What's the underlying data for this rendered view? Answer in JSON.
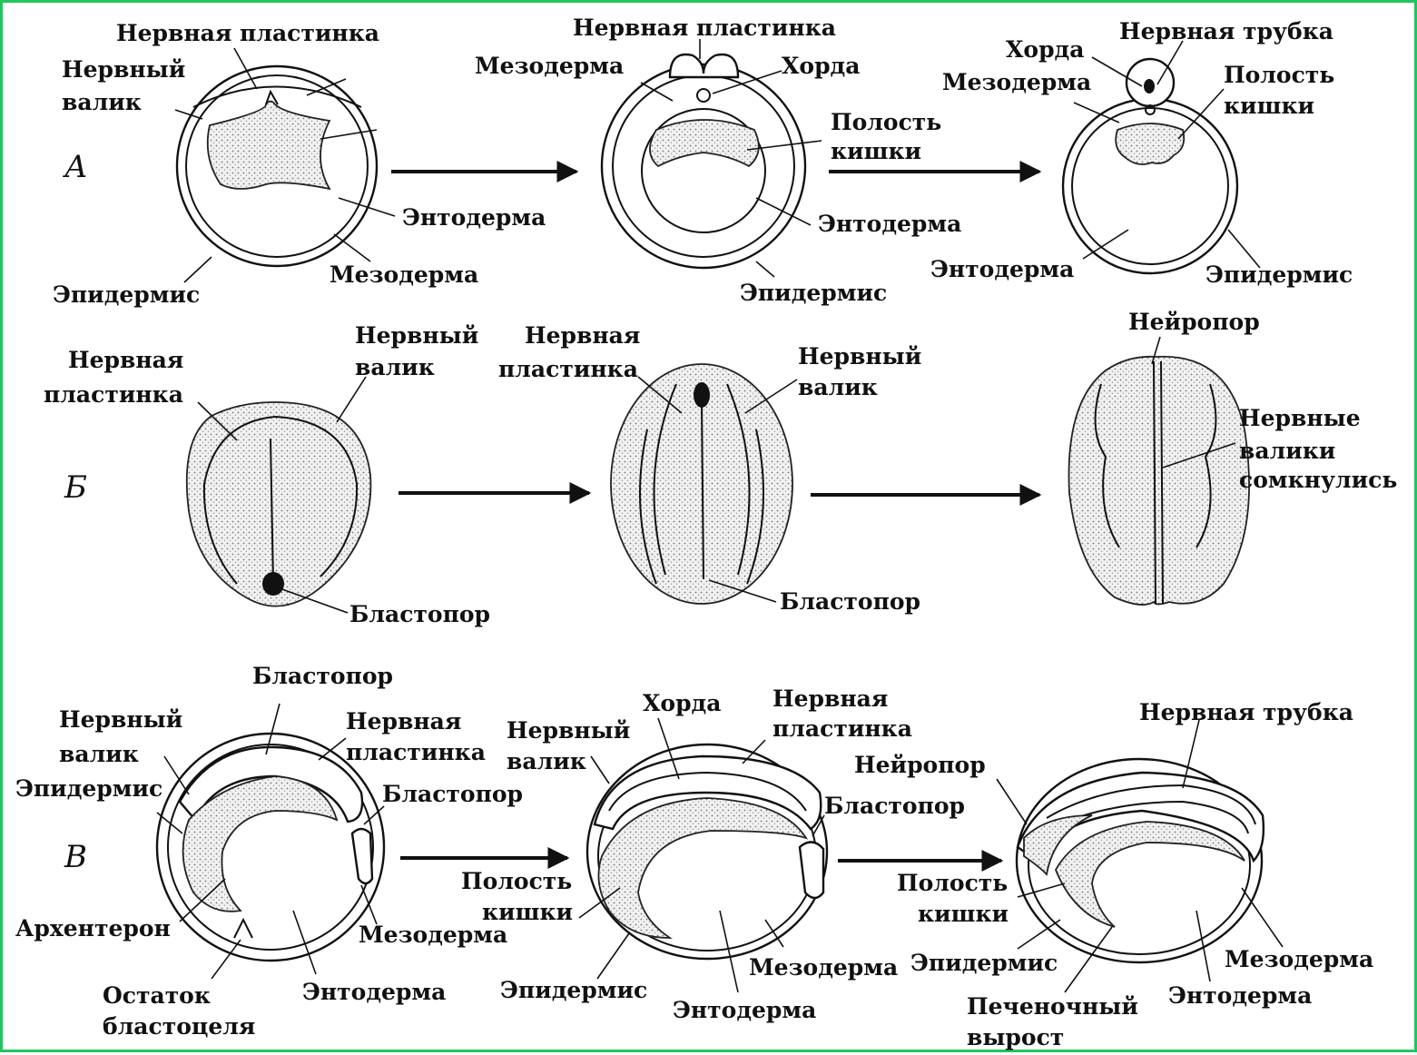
{
  "rows": {
    "A": {
      "letter": "А",
      "stage1": {
        "neural_plate": "Нервная пластинка",
        "neural_fold": [
          "Нервный",
          "валик"
        ],
        "endoderm": "Энтодерма",
        "mesoderm": "Мезодерма",
        "epidermis": "Эпидермис"
      },
      "stage2": {
        "neural_plate": "Нервная пластинка",
        "mesoderm": "Мезодерма",
        "notochord": "Хорда",
        "gut_cavity": [
          "Полость",
          "кишки"
        ],
        "endoderm": "Энтодерма",
        "epidermis": "Эпидермис"
      },
      "stage3": {
        "neural_tube": "Нервная трубка",
        "notochord": "Хорда",
        "mesoderm": "Мезодерма",
        "gut_cavity": [
          "Полость",
          "кишки"
        ],
        "endoderm": "Энтодерма",
        "epidermis": "Эпидермис"
      }
    },
    "B": {
      "letter": "Б",
      "stage1": {
        "neural_plate": [
          "Нервная",
          "пластинка"
        ],
        "neural_fold": [
          "Нервный",
          "валик"
        ],
        "blastopore": "Бластопор"
      },
      "stage2": {
        "neural_plate": [
          "Нервная",
          "пластинка"
        ],
        "neural_fold": [
          "Нервный",
          "валик"
        ],
        "blastopore": "Бластопор"
      },
      "stage3": {
        "neuropore": "Нейропор",
        "folds_closed": [
          "Нервные",
          "валики",
          "сомкнулись"
        ]
      }
    },
    "C": {
      "letter": "В",
      "stage1": {
        "blastopore_top": "Бластопор",
        "neural_fold": [
          "Нервный",
          "валик"
        ],
        "neural_plate": [
          "Нервная",
          "пластинка"
        ],
        "epidermis": "Эпидермис",
        "blastopore": "Бластопор",
        "archenteron": "Архентерон",
        "mesoderm": "Мезодерма",
        "blastocoel_rest": [
          "Остаток",
          "бластоцеля"
        ],
        "endoderm": "Энтодерма"
      },
      "stage2": {
        "neural_fold": [
          "Нервный",
          "валик"
        ],
        "notochord": "Хорда",
        "neural_plate": [
          "Нервная",
          "пластинка"
        ],
        "blastopore": "Бластопор",
        "gut_cavity": [
          "Полость",
          "кишки"
        ],
        "epidermis": "Эпидермис",
        "mesoderm": "Мезодерма",
        "endoderm": "Энтодерма"
      },
      "stage3": {
        "neural_tube": "Нервная трубка",
        "neuropore": "Нейропор",
        "gut_cavity": [
          "Полость",
          "кишки"
        ],
        "epidermis": "Эпидермис",
        "liver_outgrowth": [
          "Печеночный",
          "вырост"
        ],
        "mesoderm": "Мезодерма",
        "endoderm": "Энтодерма"
      }
    }
  },
  "colors": {
    "frame": "#22c55e",
    "ink": "#111111",
    "background": "#ffffff"
  }
}
